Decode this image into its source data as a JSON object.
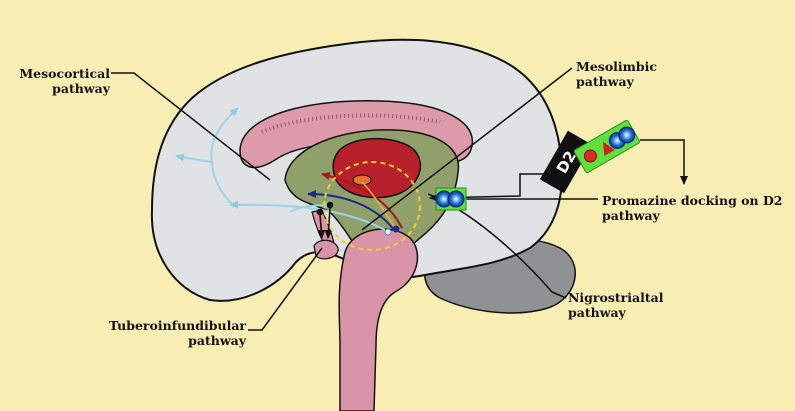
{
  "labels": {
    "mesocortical": [
      "Mesocortical",
      "pathway"
    ],
    "mesolimbic": [
      "Mesolimbic",
      "pathway"
    ],
    "promazine": [
      "Promazine docking on D2",
      "pathway"
    ],
    "nigrostriatal": [
      "Nigrostrialtal",
      "pathway"
    ],
    "tuberoinfundibular": [
      "Tuberoinfundibular",
      "pathway"
    ]
  },
  "receptor_label": "D2",
  "colors": {
    "background": "#f8eeb4",
    "cerebrum": "#dfe3e3",
    "cerebellum": "#8f9293",
    "corpus_callosum": "#dc9aaa",
    "limbic": "#8fa06a",
    "striatum": "#b8202c",
    "brainstem": "#d994a8",
    "dopamine_arrow": "#9fd3ea",
    "drug_complex": "#5fe03a"
  }
}
